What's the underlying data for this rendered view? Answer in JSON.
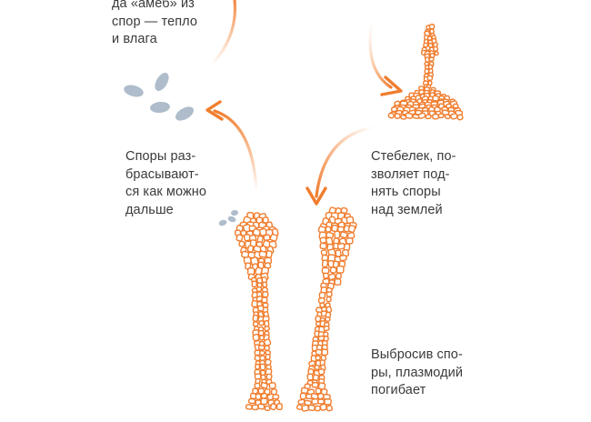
{
  "labels": {
    "top": "да «амеб» из\nспор — тепло\nи влага",
    "spores": "Споры раз-\nбрасывают-\nся как можно\nдальше",
    "stalk": "Стебелек, по-\nзволяет под-\nнять споры\nнад землей",
    "die": "Выбросив спо-\nры, плазмодий\nпогибает"
  },
  "colors": {
    "orange": "#f07d2e",
    "spore": "#aebccb",
    "text": "#3a3a3a"
  },
  "icons": [
    "arrow-icon",
    "spore-icon",
    "fruiting-body-icon"
  ]
}
